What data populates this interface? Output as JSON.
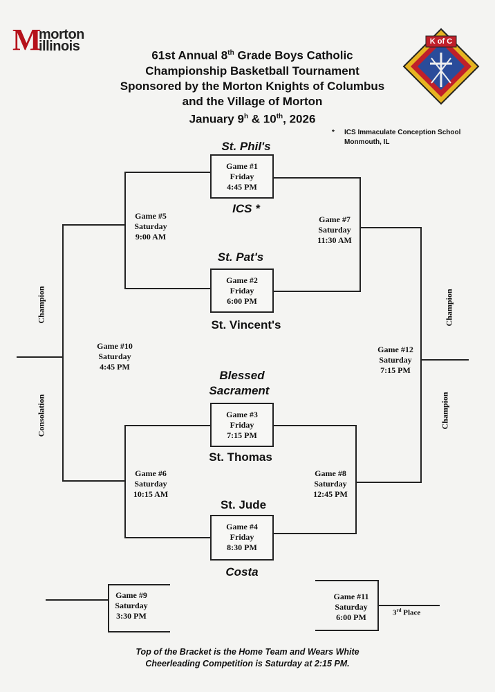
{
  "logo": {
    "mark": "M",
    "line1": "morton",
    "line2": "illinois"
  },
  "kofc": {
    "letters": "K of C"
  },
  "title": {
    "line1_pre": "61st Annual 8",
    "line1_sup": "th",
    "line1_post": " Grade Boys Catholic",
    "line2": "Championship Basketball Tournament",
    "line3": "Sponsored by the Morton Knights of Columbus",
    "line4": "and the Village of Morton",
    "line5_pre": "January 9",
    "line5_sup1": "h",
    "line5_mid": " & 10",
    "line5_sup2": "th",
    "line5_post": ", 2026"
  },
  "note": {
    "star": "*",
    "line1": "ICS Immaculate Conception School",
    "line2": "Monmouth, IL"
  },
  "teams": {
    "st_phils": "St. Phil's",
    "ics": "ICS *",
    "st_pats": "St. Pat's",
    "st_vincents": "St. Vincent's",
    "blessed": "Blessed",
    "sacrament": "Sacrament",
    "st_thomas": "St. Thomas",
    "st_jude": "St. Jude",
    "costa": "Costa"
  },
  "games": {
    "g1": {
      "name": "Game #1",
      "day": "Friday",
      "time": "4:45 PM"
    },
    "g2": {
      "name": "Game #2",
      "day": "Friday",
      "time": "6:00 PM"
    },
    "g3": {
      "name": "Game #3",
      "day": "Friday",
      "time": "7:15 PM"
    },
    "g4": {
      "name": "Game #4",
      "day": "Friday",
      "time": "8:30 PM"
    },
    "g5": {
      "name": "Game #5",
      "day": "Saturday",
      "time": "9:00 AM"
    },
    "g6": {
      "name": "Game #6",
      "day": "Saturday",
      "time": "10:15 AM"
    },
    "g7": {
      "name": "Game #7",
      "day": "Saturday",
      "time": "11:30 AM"
    },
    "g8": {
      "name": "Game #8",
      "day": "Saturday",
      "time": "12:45 PM"
    },
    "g9": {
      "name": "Game #9",
      "day": "Saturday",
      "time": "3:30 PM"
    },
    "g10": {
      "name": "Game #10",
      "day": "Saturday",
      "time": "4:45 PM"
    },
    "g11": {
      "name": "Game #11",
      "day": "Saturday",
      "time": "6:00 PM"
    },
    "g12": {
      "name": "Game #12",
      "day": "Saturday",
      "time": "7:15 PM"
    }
  },
  "side_labels": {
    "left_top": "Champion",
    "left_bottom": "Consolation",
    "right_top": "Champion",
    "right_bottom": "Champion"
  },
  "third_place": {
    "pre": "3",
    "sup": "rd",
    "post": " Place"
  },
  "footer": {
    "line1": "Top of  the Bracket is the Home Team and Wears White",
    "line2": "Cheerleading Competition is Saturday at 2:15 PM."
  },
  "colors": {
    "morton_red": "#b5121b",
    "kofc_gold": "#e6b422",
    "kofc_red": "#c0202a",
    "kofc_blue": "#2a4c9a"
  }
}
